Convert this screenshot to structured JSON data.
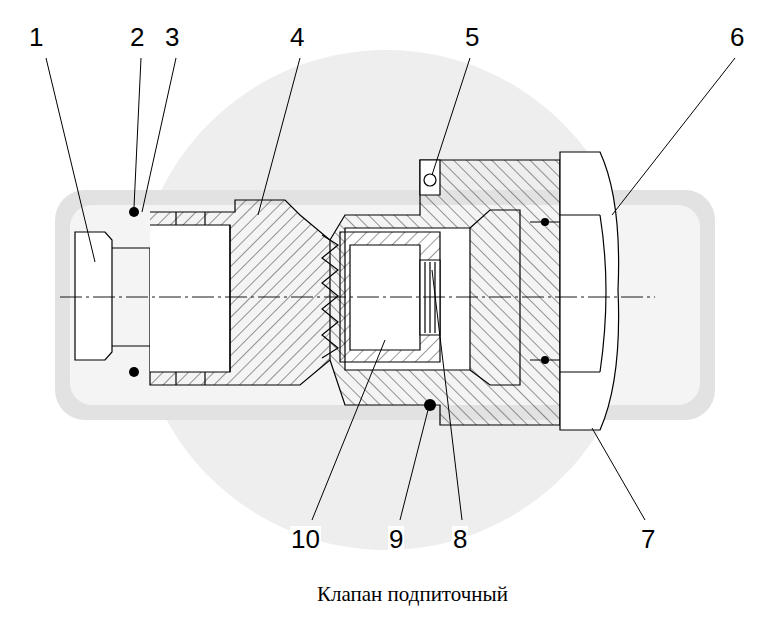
{
  "diagram": {
    "caption": "Клапан подпиточный",
    "labels": [
      "1",
      "2",
      "3",
      "4",
      "5",
      "6",
      "7",
      "8",
      "9",
      "10"
    ]
  }
}
